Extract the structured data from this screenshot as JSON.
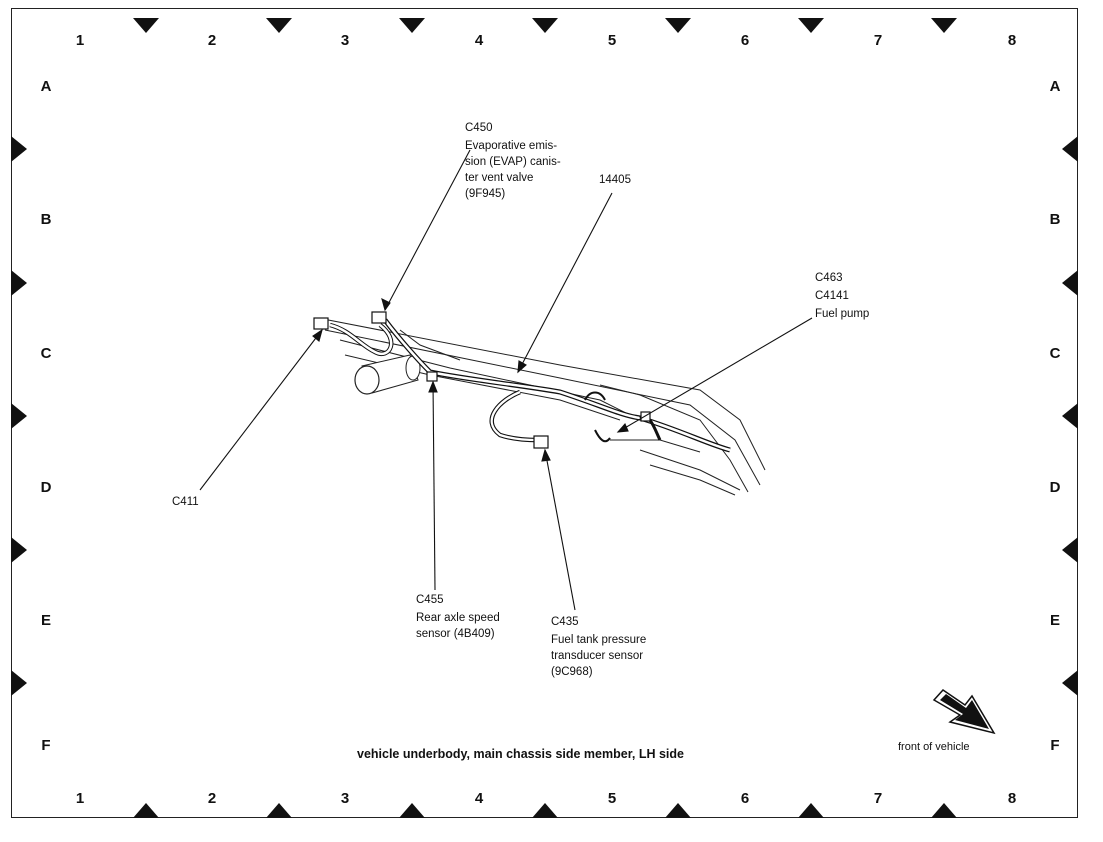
{
  "grid": {
    "columns": [
      "1",
      "2",
      "3",
      "4",
      "5",
      "6",
      "7",
      "8"
    ],
    "rows": [
      "A",
      "B",
      "C",
      "D",
      "E",
      "F"
    ]
  },
  "labels": {
    "c450": {
      "connector": "C450",
      "description": "Evaporative emis-\nsion (EVAP) canis-\nter vent valve\n(9F945)"
    },
    "harness": "14405",
    "c463": {
      "connector_1": "C463",
      "connector_2": "C4141",
      "description": "Fuel pump"
    },
    "c411": "C411",
    "c455": {
      "connector": "C455",
      "description": "Rear axle speed\nsensor (4B409)"
    },
    "c435": {
      "connector": "C435",
      "description": "Fuel tank pressure\ntransducer sensor\n(9C968)"
    }
  },
  "caption": "vehicle underbody, main chassis side member, LH side",
  "front_label": "front of vehicle"
}
